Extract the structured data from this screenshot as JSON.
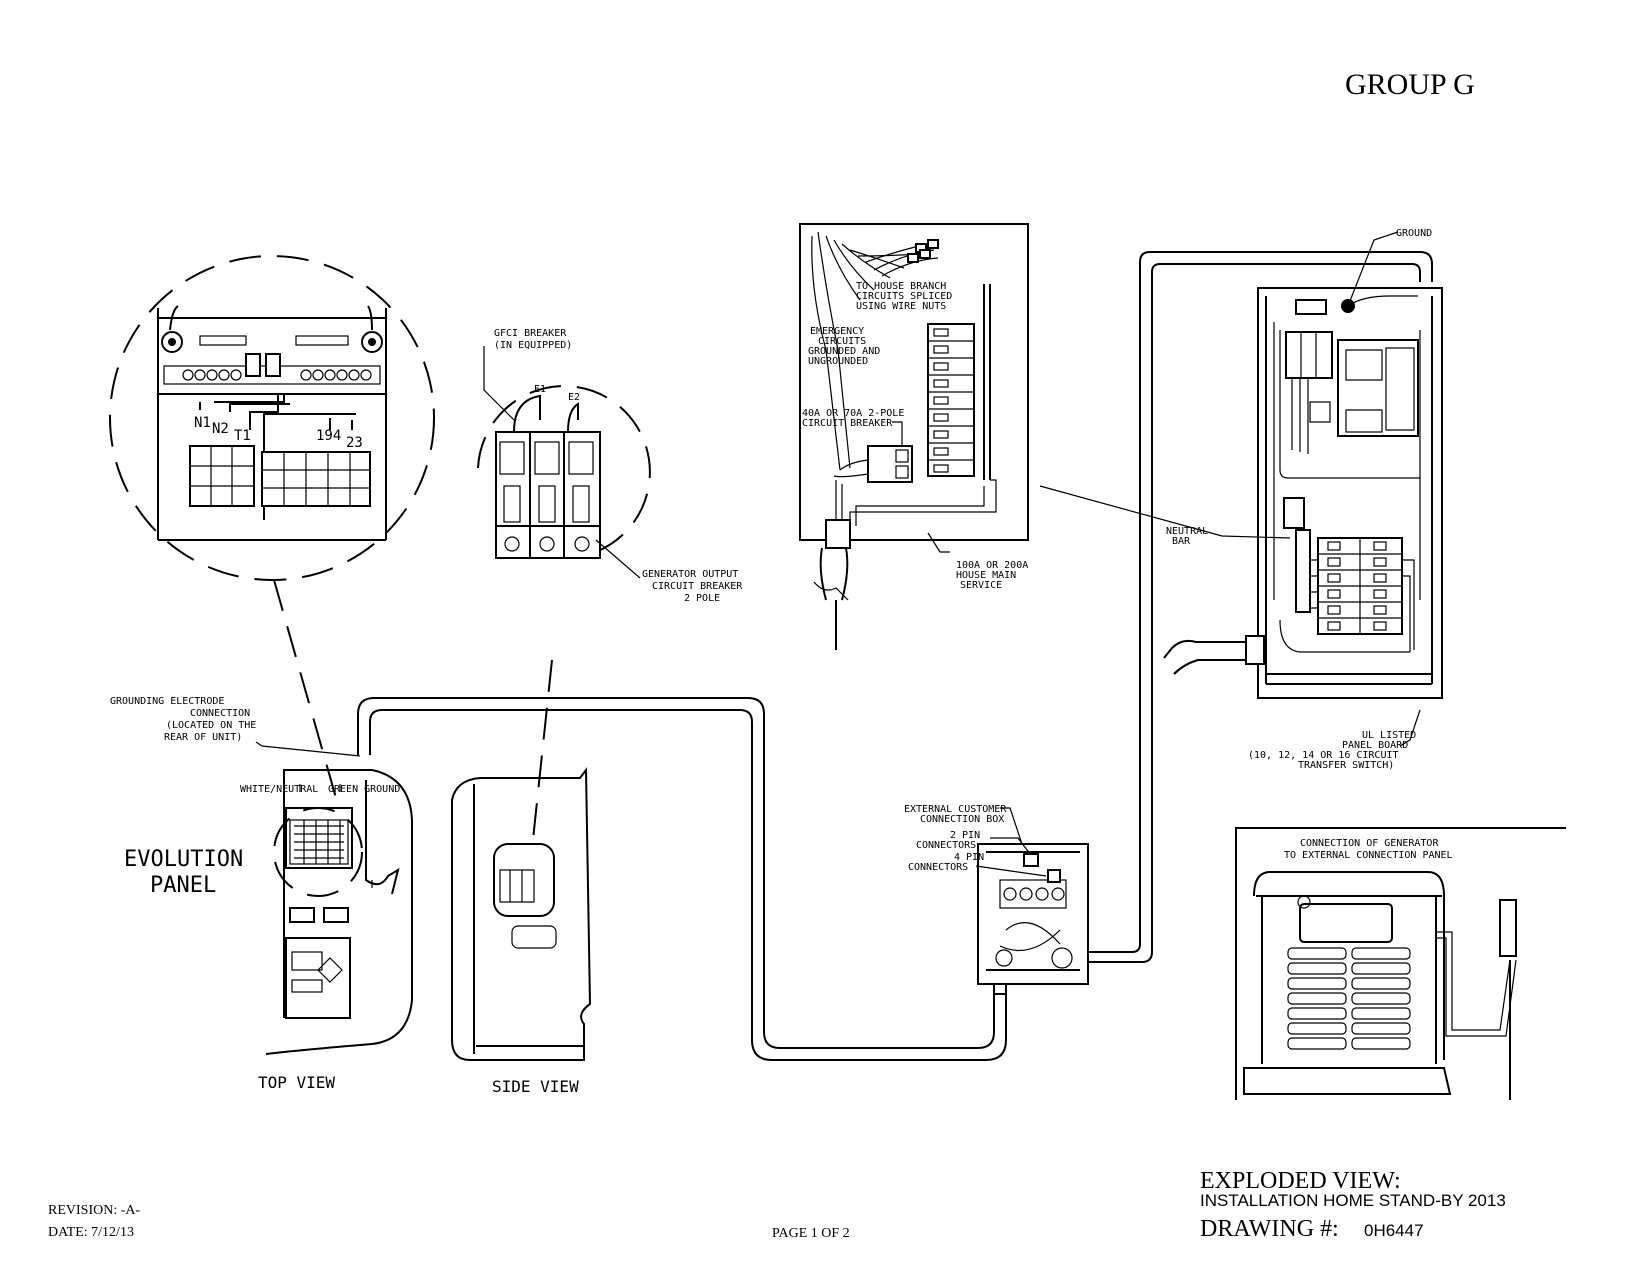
{
  "header": {
    "group": "GROUP G"
  },
  "labels": {
    "gfci": [
      "GFCI BREAKER",
      "(IN EQUIPPED)"
    ],
    "e1": "E1",
    "e2": "E2",
    "gen_breaker": [
      "GENERATOR OUTPUT",
      "CIRCUIT BREAKER",
      "2 POLE"
    ],
    "terminals": {
      "n1": "N1",
      "n2": "N2",
      "t1": "T1",
      "t194": "194",
      "t23": "23"
    },
    "house_branch": [
      "TO HOUSE BRANCH",
      "CIRCUITS SPLICED",
      "USING WIRE NUTS"
    ],
    "emergency": [
      "EMERGENCY",
      "CIRCUITS",
      "GROUNDED AND",
      "UNGROUNDED"
    ],
    "pole_breaker": [
      "40A OR 70A 2-POLE",
      "CIRCUIT BREAKER"
    ],
    "main_service": [
      "100A OR 200A",
      "HOUSE MAIN",
      "SERVICE"
    ],
    "ground": "GROUND",
    "neutral_bar": [
      "NEUTRAL",
      "BAR"
    ],
    "ul_panel": [
      "UL LISTED",
      "PANEL BOARD",
      "(10, 12, 14 OR 16 CIRCUIT",
      "TRANSFER SWITCH)"
    ],
    "grounding_electrode": [
      "GROUNDING ELECTRODE",
      "CONNECTION",
      "(LOCATED ON THE",
      "REAR OF UNIT)"
    ],
    "white_neutral": "WHITE/NEUTRAL",
    "green_ground": "GREEN GROUND",
    "evolution": [
      "EVOLUTION",
      "PANEL"
    ],
    "top_view": "TOP VIEW",
    "side_view": "SIDE VIEW",
    "ext_box": [
      "EXTERNAL CUSTOMER",
      "CONNECTION BOX"
    ],
    "pin2": [
      "2 PIN",
      "CONNECTORS"
    ],
    "pin4": [
      "4 PIN",
      "CONNECTORS"
    ],
    "gen_conn": [
      "CONNECTION OF GENERATOR",
      "TO EXTERNAL CONNECTION PANEL"
    ]
  },
  "title_block": {
    "exploded": "EXPLODED VIEW:",
    "install": "INSTALLATION HOME STAND-BY 2013",
    "drawing_label": "DRAWING #:",
    "drawing_no": "0H6447",
    "revision": "REVISION:  -A-",
    "date": "DATE:  7/12/13",
    "page": "PAGE 1 OF 2"
  }
}
